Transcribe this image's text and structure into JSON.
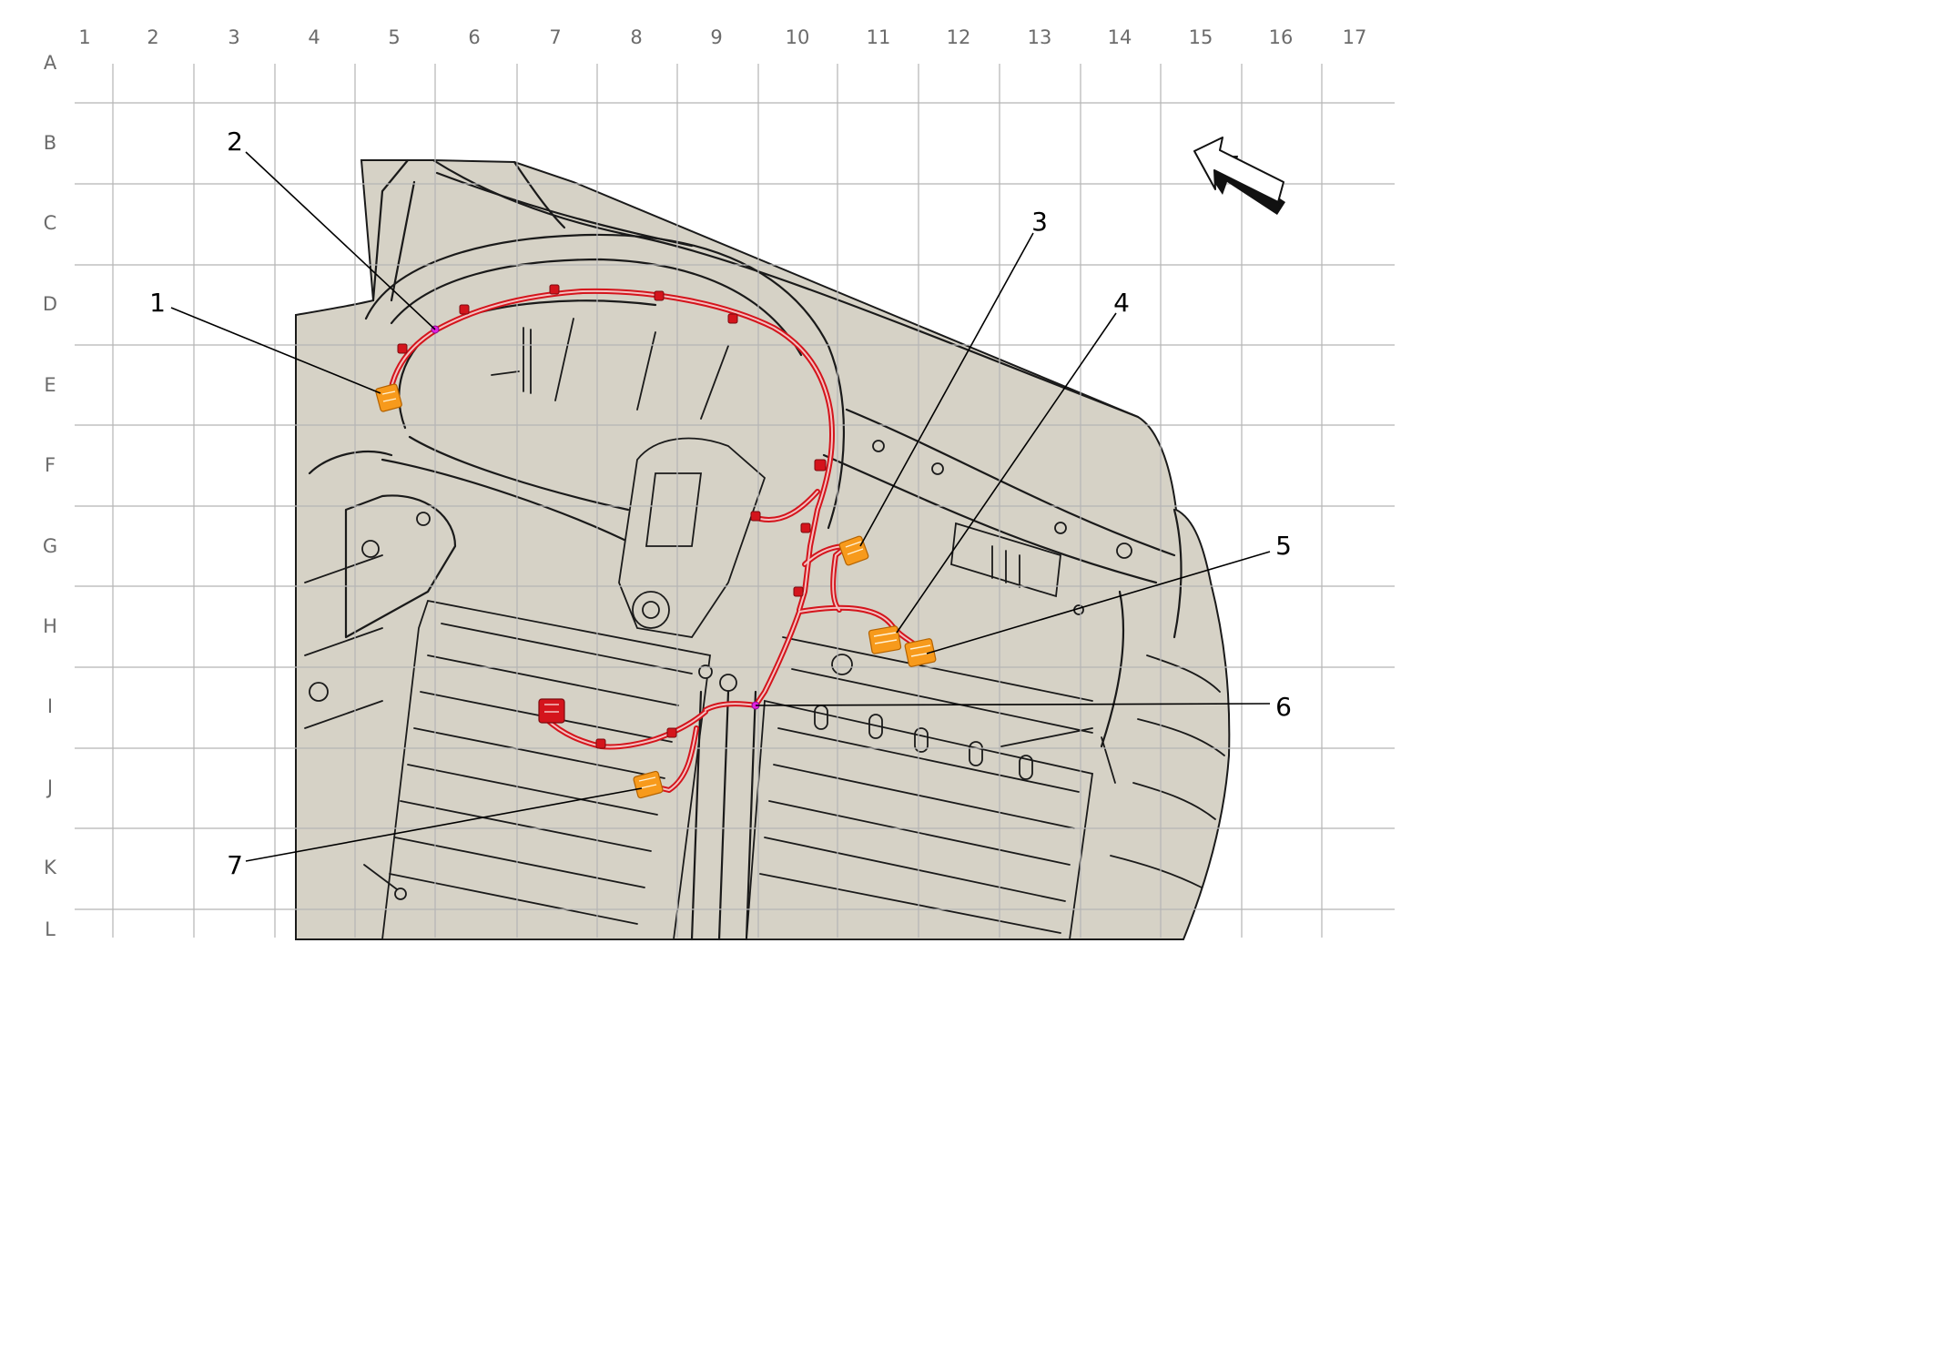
{
  "diagram": {
    "columns": [
      "1",
      "2",
      "3",
      "4",
      "5",
      "6",
      "7",
      "8",
      "9",
      "10",
      "11",
      "12",
      "13",
      "14",
      "15",
      "16",
      "17"
    ],
    "rows": [
      "A",
      "B",
      "C",
      "D",
      "E",
      "F",
      "G",
      "H",
      "I",
      "J",
      "K",
      "L"
    ],
    "callouts": [
      {
        "id": "callout-1",
        "label": "1"
      },
      {
        "id": "callout-2",
        "label": "2"
      },
      {
        "id": "callout-3",
        "label": "3"
      },
      {
        "id": "callout-4",
        "label": "4"
      },
      {
        "id": "callout-5",
        "label": "5"
      },
      {
        "id": "callout-6",
        "label": "6"
      },
      {
        "id": "callout-7",
        "label": "7"
      }
    ],
    "colors": {
      "body": "#d6d2c6",
      "harness": "#d4141c",
      "harness_core": "#f4c2c2",
      "connector": "#f79a1c",
      "splice": "#e020e0",
      "grid": "#b5b5b5"
    }
  }
}
